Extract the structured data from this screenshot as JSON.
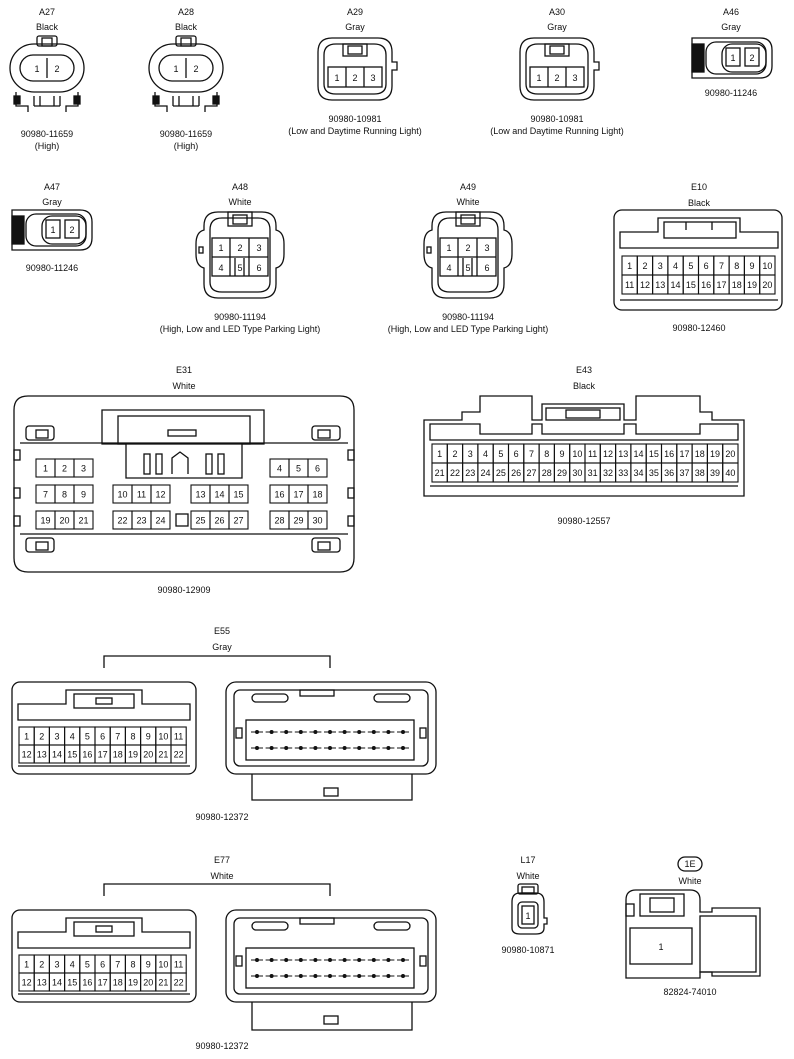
{
  "connectors": {
    "a27": {
      "code": "A27",
      "color": "Black",
      "part": "90980-11659",
      "note": "(High)",
      "pins": [
        "1",
        "2"
      ]
    },
    "a28": {
      "code": "A28",
      "color": "Black",
      "part": "90980-11659",
      "note": "(High)",
      "pins": [
        "1",
        "2"
      ]
    },
    "a29": {
      "code": "A29",
      "color": "Gray",
      "part": "90980-10981",
      "note": "(Low and Daytime Running Light)",
      "pins": [
        "1",
        "2",
        "3"
      ]
    },
    "a30": {
      "code": "A30",
      "color": "Gray",
      "part": "90980-10981",
      "note": "(Low and Daytime Running Light)",
      "pins": [
        "1",
        "2",
        "3"
      ]
    },
    "a46": {
      "code": "A46",
      "color": "Gray",
      "part": "90980-11246",
      "pins": [
        "1",
        "2"
      ]
    },
    "a47": {
      "code": "A47",
      "color": "Gray",
      "part": "90980-11246",
      "pins": [
        "1",
        "2"
      ]
    },
    "a48": {
      "code": "A48",
      "color": "White",
      "part": "90980-11194",
      "note": "(High, Low and LED Type Parking Light)",
      "pins": [
        "1",
        "2",
        "3",
        "4",
        "5",
        "6"
      ]
    },
    "a49": {
      "code": "A49",
      "color": "White",
      "part": "90980-11194",
      "note": "(High, Low and LED Type Parking Light)",
      "pins": [
        "1",
        "2",
        "3",
        "4",
        "5",
        "6"
      ]
    },
    "e10": {
      "code": "E10",
      "color": "Black",
      "part": "90980-12460",
      "rows": [
        [
          "1",
          "2",
          "3",
          "4",
          "5",
          "6",
          "7",
          "8",
          "9",
          "10"
        ],
        [
          "11",
          "12",
          "13",
          "14",
          "15",
          "16",
          "17",
          "18",
          "19",
          "20"
        ]
      ]
    },
    "e31": {
      "code": "E31",
      "color": "White",
      "part": "90980-12909",
      "rows": [
        [
          "1",
          "2",
          "3",
          "",
          "",
          "",
          "",
          "",
          "",
          "",
          "",
          "",
          "",
          "4",
          "5",
          "6"
        ],
        [
          "7",
          "8",
          "9",
          "",
          "10",
          "11",
          "12",
          "",
          "13",
          "14",
          "15",
          "",
          "16",
          "17",
          "18"
        ],
        [
          "19",
          "20",
          "21",
          "",
          "22",
          "23",
          "24",
          "",
          "25",
          "26",
          "27",
          "",
          "28",
          "29",
          "30"
        ]
      ]
    },
    "e43": {
      "code": "E43",
      "color": "Black",
      "part": "90980-12557",
      "rows": [
        [
          "1",
          "2",
          "3",
          "4",
          "5",
          "6",
          "7",
          "8",
          "9",
          "10",
          "11",
          "12",
          "13",
          "14",
          "15",
          "16",
          "17",
          "18",
          "19",
          "20"
        ],
        [
          "21",
          "22",
          "23",
          "24",
          "25",
          "26",
          "27",
          "28",
          "29",
          "30",
          "31",
          "32",
          "33",
          "34",
          "35",
          "36",
          "37",
          "38",
          "39",
          "40"
        ]
      ]
    },
    "e55": {
      "code": "E55",
      "color": "Gray",
      "part": "90980-12372",
      "rows": [
        [
          "1",
          "2",
          "3",
          "4",
          "5",
          "6",
          "7",
          "8",
          "9",
          "10",
          "11"
        ],
        [
          "12",
          "13",
          "14",
          "15",
          "16",
          "17",
          "18",
          "19",
          "20",
          "21",
          "22"
        ]
      ]
    },
    "e77": {
      "code": "E77",
      "color": "White",
      "part": "90980-12372",
      "rows": [
        [
          "1",
          "2",
          "3",
          "4",
          "5",
          "6",
          "7",
          "8",
          "9",
          "10",
          "11"
        ],
        [
          "12",
          "13",
          "14",
          "15",
          "16",
          "17",
          "18",
          "19",
          "20",
          "21",
          "22"
        ]
      ]
    },
    "l17": {
      "code": "L17",
      "color": "White",
      "part": "90980-10871",
      "pins": [
        "1"
      ]
    },
    "1e": {
      "code": "1E",
      "color": "White",
      "part": "82824-74010",
      "pins": [
        "1"
      ]
    }
  }
}
